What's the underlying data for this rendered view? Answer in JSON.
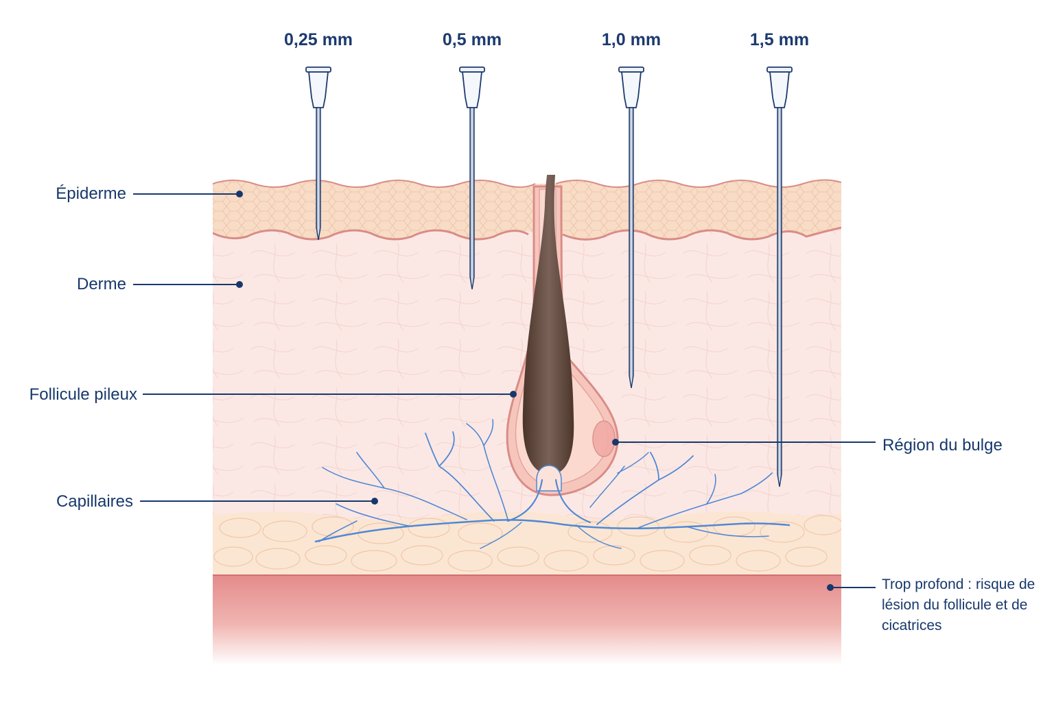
{
  "needles": [
    {
      "label": "0,25 mm",
      "depth_mm": 0.25
    },
    {
      "label": "0,5 mm",
      "depth_mm": 0.5
    },
    {
      "label": "1,0 mm",
      "depth_mm": 1.0
    },
    {
      "label": "1,5 mm",
      "depth_mm": 1.5
    }
  ],
  "labels": {
    "epidermis": "Épiderme",
    "dermis": "Derme",
    "follicle": "Follicule pileux",
    "capillaries": "Capillaires",
    "bulge": "Région du bulge",
    "too_deep": [
      "Trop profond : risque de",
      "lésion du follicule et de",
      "cicatrices"
    ]
  },
  "colors": {
    "text": "#17386b",
    "epidermis": "#f8dcc6",
    "dermis": "#fbe8e4",
    "fat": "#fbe6d3",
    "deep": "#e58e8e",
    "capillary": "#4f88d6",
    "hair": "#5c4438"
  }
}
